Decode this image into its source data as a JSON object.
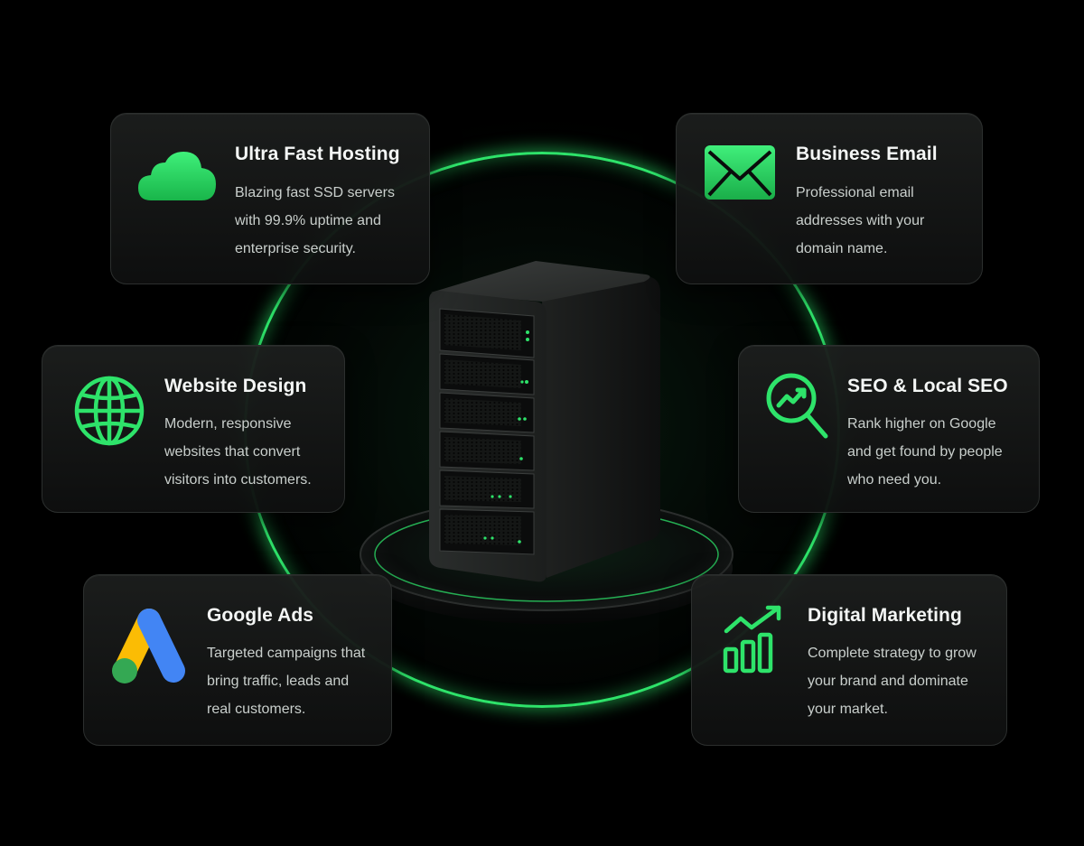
{
  "services": [
    {
      "id": "hosting",
      "icon": "cloud-icon",
      "title": "Ultra Fast Hosting",
      "lines": [
        "Blazing fast SSD servers",
        "with 99.9% uptime and",
        "enterprise security."
      ]
    },
    {
      "id": "email",
      "icon": "envelope-icon",
      "title": "Business Email",
      "lines": [
        "Professional email",
        "addresses with your",
        "domain name."
      ]
    },
    {
      "id": "web",
      "icon": "globe-icon",
      "title": "Website Design",
      "lines": [
        "Modern, responsive",
        "websites that convert",
        "visitors into customers."
      ]
    },
    {
      "id": "seo",
      "icon": "magnifier-chart-icon",
      "title": "SEO & Local SEO",
      "lines": [
        "Rank higher on Google",
        "and get found by people",
        "who need you."
      ]
    },
    {
      "id": "ads",
      "icon": "google-ads-logo-icon",
      "title": "Google Ads",
      "lines": [
        "Targeted campaigns that",
        "bring traffic, leads and",
        "real customers."
      ]
    },
    {
      "id": "mkt",
      "icon": "growth-chart-icon",
      "title": "Digital Marketing",
      "lines": [
        "Complete strategy to grow",
        "your brand and dominate",
        "your market."
      ]
    }
  ],
  "colors": {
    "accent_green": "#2ee36a",
    "background": "#000000",
    "card_background": "#161817",
    "title_text": "#f4f6f5",
    "body_text": "#c9cfcc",
    "google_blue": "#4285f4",
    "google_yellow": "#fbbc04",
    "google_green": "#34a853"
  }
}
